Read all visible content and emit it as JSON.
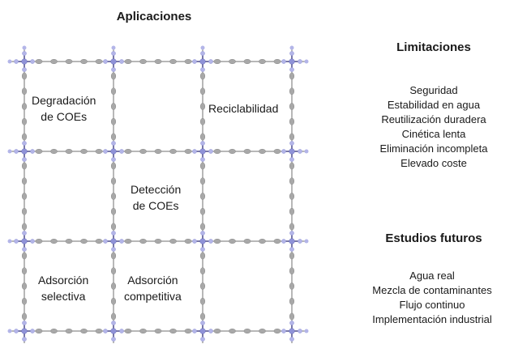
{
  "applications": {
    "title": "Aplicaciones",
    "cells": [
      {
        "row": 0,
        "col": 0,
        "lines": [
          "Degradación",
          "de COEs"
        ]
      },
      {
        "row": 0,
        "col": 2,
        "lines": [
          "Reciclabilidad"
        ]
      },
      {
        "row": 1,
        "col": 1,
        "lines": [
          "Detección",
          "de COEs"
        ]
      },
      {
        "row": 2,
        "col": 0,
        "lines": [
          "Adsorción",
          "selectiva"
        ]
      },
      {
        "row": 2,
        "col": 1,
        "lines": [
          "Adsorción",
          "competitiva"
        ]
      }
    ]
  },
  "limitations": {
    "title": "Limitaciones",
    "items": [
      "Seguridad",
      "Estabilidad en agua",
      "Reutilización duradera",
      "Cinética lenta",
      "Eliminación incompleta",
      "Elevado coste"
    ]
  },
  "future_studies": {
    "title": "Estudios futuros",
    "items": [
      "Agua real",
      "Mezcla de contaminantes",
      "Flujo continuo",
      "Implementación industrial"
    ]
  },
  "colors": {
    "metal_node": "#b3b5e8",
    "carbon_atom": "#a8a8a8",
    "bond": "#707070",
    "background": "#ffffff"
  }
}
